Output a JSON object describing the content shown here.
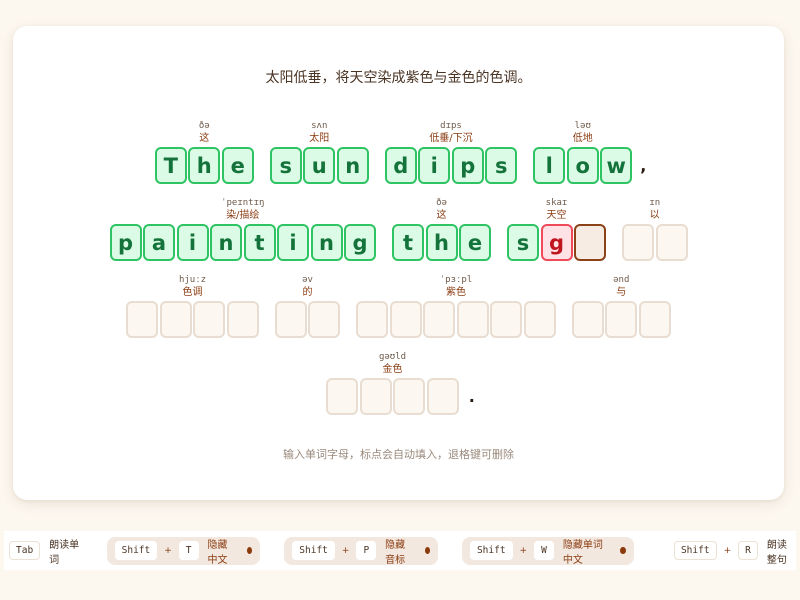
{
  "sentence_translation": "太阳低垂，将天空染成紫色与金色的色调。",
  "colors": {
    "correct_border": "#2fc463",
    "correct_bg": "#dcfbe6",
    "wrong_border": "#ef4a5a",
    "wrong_bg": "#ffe2e5",
    "current_border": "#8b4217",
    "empty_border": "#e8ddd0",
    "accent": "#8b3a0c"
  },
  "lines": [
    {
      "words": [
        {
          "phonetic": "ðə",
          "translation": "这",
          "letters": [
            {
              "ch": "T",
              "state": "correct"
            },
            {
              "ch": "h",
              "state": "correct"
            },
            {
              "ch": "e",
              "state": "correct"
            }
          ]
        },
        {
          "phonetic": "sʌn",
          "translation": "太阳",
          "letters": [
            {
              "ch": "s",
              "state": "correct"
            },
            {
              "ch": "u",
              "state": "correct"
            },
            {
              "ch": "n",
              "state": "correct"
            }
          ]
        },
        {
          "phonetic": "dɪps",
          "translation": "低垂/下沉",
          "letters": [
            {
              "ch": "d",
              "state": "correct"
            },
            {
              "ch": "i",
              "state": "correct"
            },
            {
              "ch": "p",
              "state": "correct"
            },
            {
              "ch": "s",
              "state": "correct"
            }
          ]
        },
        {
          "phonetic": "ləʊ",
          "translation": "低地",
          "letters": [
            {
              "ch": "l",
              "state": "correct"
            },
            {
              "ch": "o",
              "state": "correct"
            },
            {
              "ch": "w",
              "state": "correct"
            }
          ],
          "punct": ","
        }
      ]
    },
    {
      "words": [
        {
          "phonetic": "ˈpeɪntɪŋ",
          "translation": "染/描绘",
          "letters": [
            {
              "ch": "p",
              "state": "correct"
            },
            {
              "ch": "a",
              "state": "correct"
            },
            {
              "ch": "i",
              "state": "correct"
            },
            {
              "ch": "n",
              "state": "correct"
            },
            {
              "ch": "t",
              "state": "correct"
            },
            {
              "ch": "i",
              "state": "correct"
            },
            {
              "ch": "n",
              "state": "correct"
            },
            {
              "ch": "g",
              "state": "correct"
            }
          ]
        },
        {
          "phonetic": "ðə",
          "translation": "这",
          "letters": [
            {
              "ch": "t",
              "state": "correct"
            },
            {
              "ch": "h",
              "state": "correct"
            },
            {
              "ch": "e",
              "state": "correct"
            }
          ]
        },
        {
          "phonetic": "skaɪ",
          "translation": "天空",
          "letters": [
            {
              "ch": "s",
              "state": "correct"
            },
            {
              "ch": "g",
              "state": "wrong"
            },
            {
              "ch": "",
              "state": "current"
            }
          ]
        },
        {
          "phonetic": "ɪn",
          "translation": "以",
          "letters": [
            {
              "ch": "",
              "state": "empty"
            },
            {
              "ch": "",
              "state": "empty"
            }
          ]
        }
      ]
    },
    {
      "words": [
        {
          "phonetic": "hjuːz",
          "translation": "色调",
          "letters": [
            {
              "ch": "",
              "state": "empty"
            },
            {
              "ch": "",
              "state": "empty"
            },
            {
              "ch": "",
              "state": "empty"
            },
            {
              "ch": "",
              "state": "empty"
            }
          ]
        },
        {
          "phonetic": "əv",
          "translation": "的",
          "letters": [
            {
              "ch": "",
              "state": "empty"
            },
            {
              "ch": "",
              "state": "empty"
            }
          ]
        },
        {
          "phonetic": "ˈpɜːpl",
          "translation": "紫色",
          "letters": [
            {
              "ch": "",
              "state": "empty"
            },
            {
              "ch": "",
              "state": "empty"
            },
            {
              "ch": "",
              "state": "empty"
            },
            {
              "ch": "",
              "state": "empty"
            },
            {
              "ch": "",
              "state": "empty"
            },
            {
              "ch": "",
              "state": "empty"
            }
          ]
        },
        {
          "phonetic": "ənd",
          "translation": "与",
          "letters": [
            {
              "ch": "",
              "state": "empty"
            },
            {
              "ch": "",
              "state": "empty"
            },
            {
              "ch": "",
              "state": "empty"
            }
          ]
        }
      ]
    },
    {
      "words": [
        {
          "phonetic": "gəʊld",
          "translation": "金色",
          "letters": [
            {
              "ch": "",
              "state": "empty"
            },
            {
              "ch": "",
              "state": "empty"
            },
            {
              "ch": "",
              "state": "empty"
            },
            {
              "ch": "",
              "state": "empty"
            }
          ],
          "punct": "."
        }
      ]
    }
  ],
  "hint": "输入单词字母，标点会自动填入，退格键可删除",
  "shortcuts": [
    {
      "keys": [
        "Tab"
      ],
      "label": "朗读单词",
      "toggle": false
    },
    {
      "keys": [
        "Shift",
        "T"
      ],
      "label": "隐藏中文",
      "toggle": true
    },
    {
      "keys": [
        "Shift",
        "P"
      ],
      "label": "隐藏音标",
      "toggle": true
    },
    {
      "keys": [
        "Shift",
        "W"
      ],
      "label": "隐藏单词中文",
      "toggle": true
    },
    {
      "keys": [
        "Shift",
        "R"
      ],
      "label": "朗读整句",
      "toggle": false
    }
  ],
  "shortcut_plus": "+"
}
